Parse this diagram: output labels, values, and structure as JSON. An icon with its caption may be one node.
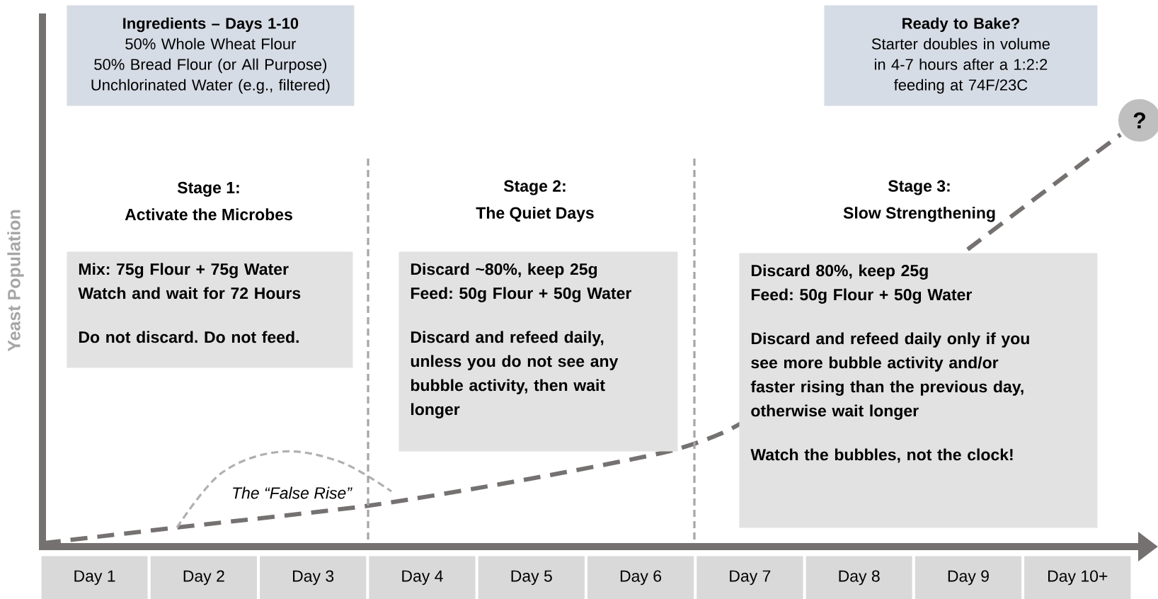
{
  "diagram": {
    "nodes": [
      {
        "text": [
          "Ingredients – Days 1-10",
          "50% Whole Wheat Flour",
          "50% Bread Flour (or All Purpose)",
          "Unchlorinated Water (e.g., filtered)"
        ]
      },
      {
        "text": [
          "Ready to Bake?",
          "Starter doubles in volume in 4-7 hours after a 1:2:2 feeding at 74F/23C"
        ]
      },
      {
        "text": [
          "?"
        ]
      },
      {
        "text": [
          "Stage 1:",
          "Activate the Microbes",
          "Mix: 75g Flour + 75g Water",
          "Watch and wait for 72 Hours",
          "Do not discard. Do not feed."
        ]
      },
      {
        "text": [
          "Stage 2:",
          "The Quiet Days",
          "Discard ~80%, keep 25g",
          "Feed: 50g Flour + 50g Water",
          "Discard and refeed daily, unless you do not see any bubble activity, then wait longer"
        ]
      },
      {
        "text": [
          "Stage 3:",
          "Slow Strengthening",
          "Discard 80%, keep 25g",
          "Feed: 50g Flour + 50g Water",
          "Discard and refeed daily only if you see more bubble activity and/or faster rising than the previous day, otherwise wait longer",
          "Watch the bubbles, not the clock!"
        ]
      }
    ],
    "labels": [
      "Yeast Population",
      "The “False Rise”",
      "Day 1",
      "Day 2",
      "Day 3",
      "Day 4",
      "Day 5",
      "Day 6",
      "Day 7",
      "Day 8",
      "Day 9",
      "Day 10+"
    ]
  }
}
